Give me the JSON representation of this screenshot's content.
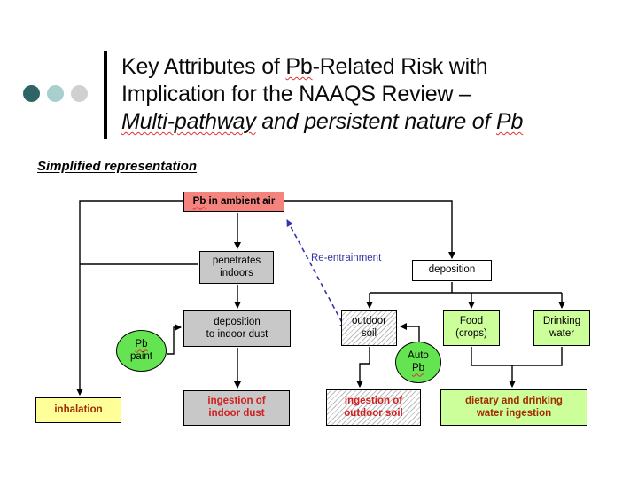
{
  "slide": {
    "title": {
      "line1": {
        "pre": "Key Attributes of ",
        "pb": "Pb",
        "post": "-Related Risk with"
      },
      "line2": "Implication for the NAAQS Review –",
      "line3": {
        "word1": "Multi-pathway",
        "mid": " and persistent nature of ",
        "pb": "Pb"
      }
    },
    "subtitle": "Simplified representation"
  },
  "diagram": {
    "labels": {
      "re_entrainment": "Re-entrainment"
    },
    "nodes": {
      "pb_air": {
        "pb": "Pb",
        "rest": " in ambient air"
      },
      "penetrates": {
        "lines": [
          "penetrates",
          "indoors"
        ]
      },
      "deposition": {
        "lines": [
          "deposition"
        ]
      },
      "dep_indoor": {
        "lines": [
          "deposition",
          "to indoor dust"
        ]
      },
      "pb_paint": {
        "pb": "Pb",
        "line2": "paint"
      },
      "outdoor_soil": {
        "lines": [
          "outdoor",
          "soil"
        ]
      },
      "food": {
        "lines": [
          "Food",
          "(crops)"
        ]
      },
      "drinking": {
        "lines": [
          "Drinking",
          "water"
        ]
      },
      "auto_pb": {
        "line1": "Auto",
        "pb": "Pb"
      },
      "inhalation": {
        "lines": [
          "inhalation"
        ]
      },
      "ing_indoor": {
        "lines": [
          "ingestion of",
          "indoor dust"
        ]
      },
      "ing_outdoor": {
        "lines": [
          "ingestion of",
          "outdoor soil"
        ]
      },
      "dietary": {
        "lines": [
          "dietary and drinking",
          "water ingestion"
        ]
      }
    },
    "colors": {
      "salmon_box": "#F4837D",
      "gray_box": "#C8C8C8",
      "light_green_box": "#CCFF99",
      "bright_green_ellipse": "#64E450",
      "yellow_box": "#FFFF99",
      "red_label_text": "#CE2020",
      "dark_red_label_text": "#A02C00",
      "re_entrainment_blue": "#3334A3",
      "bullet_dark_teal": "#2F6466",
      "bullet_light_teal": "#A6CFCE",
      "bullet_gray": "#D0D0D0"
    }
  }
}
